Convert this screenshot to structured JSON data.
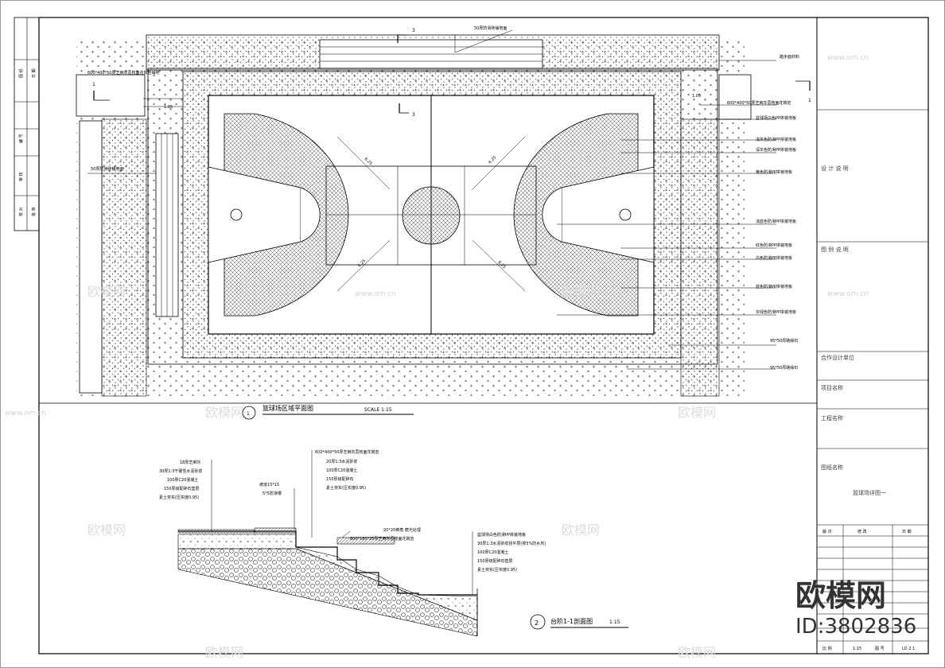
{
  "plan": {
    "title": "篮球场区域平面图",
    "number": "1",
    "scale": "SCALE 1:15",
    "dims": {
      "radius": "6.25",
      "dim_small": "1.05",
      "dim_center": "3",
      "dim_tick": "1"
    },
    "section_marks": {
      "s1": "1",
      "s3": "3"
    },
    "annotations": [
      "50厚防滑砖铺地面",
      "踏步面材料",
      "600*400*50厚芝麻灰荔枝面花岗岩",
      "600*400*50厚芝麻灰荔枝面花岗岩铺地",
      "篮球场白色PP拼装地板",
      "浅灰色防滑PP拼装地板",
      "深灰色防滑PP拼装地板",
      "黄色防滑PP拼装地板",
      "浅蓝色防滑PP拼装地板",
      "红色防滑PP拼装地板",
      "白色防滑PP拼装地板",
      "蓝色防滑PP拼装地板",
      "灰绿色防滑PP拼装地板",
      "95*50厚路缘石",
      "50厚防滑砖铺地面"
    ]
  },
  "section": {
    "title": "台阶1-1剖面图",
    "number": "2",
    "scale": "1:15",
    "notes_left": [
      "18厚芝麻灰",
      "30厚1:3干硬性水泥砂浆",
      "100厚C20混凝土",
      "150厚级配碎石垫层",
      "素土夯实(压实度0.95)"
    ],
    "notes_mid_small": [
      "坡道15*15",
      "5*5防滑槽"
    ],
    "notes_top": [
      "600*400*50厚芝麻灰荔枝面花岗岩",
      "20厚1:3水泥砂浆",
      "100厚C20混凝土",
      "150厚级配碎石",
      "素土夯实(压实度0.95)"
    ],
    "notes_step": [
      "20*20倒角 磨光处理",
      "600*180*25厚芝麻灰荔枝面花岗岩"
    ],
    "notes_right": [
      "篮球场白色防滑PP拼装地板",
      "30厚1:3水泥砂浆找平层(掺5%防水剂)",
      "100厚C20混凝土",
      "150厚级配碎石垫层",
      "素土夯实(压实度0.95)"
    ]
  },
  "left_strip": {
    "cells": [
      "图 纸",
      "编 号",
      "审 核",
      "校 对",
      "日 期",
      "批 准"
    ]
  },
  "title_block": {
    "field1": "设 计 说 明",
    "field2": "图 例 说 明",
    "field3": "合作设计单位",
    "field4": "项目名称",
    "field5": "工程名称",
    "field6": "图纸名称",
    "drawing_name": "篮球场详图一",
    "table_headers": [
      "版 次",
      "修 改",
      "日 期"
    ],
    "footer": [
      "比 例",
      "1:15",
      "图 号",
      "LD 2.1"
    ]
  },
  "watermark": {
    "brand": "欧模网",
    "id": "ID:3802836",
    "url": "www.om.cn"
  },
  "colors": {
    "line": "#000000",
    "paper": "#ffffff",
    "hatch": "#555555",
    "watermark": "#d9d9d9"
  }
}
